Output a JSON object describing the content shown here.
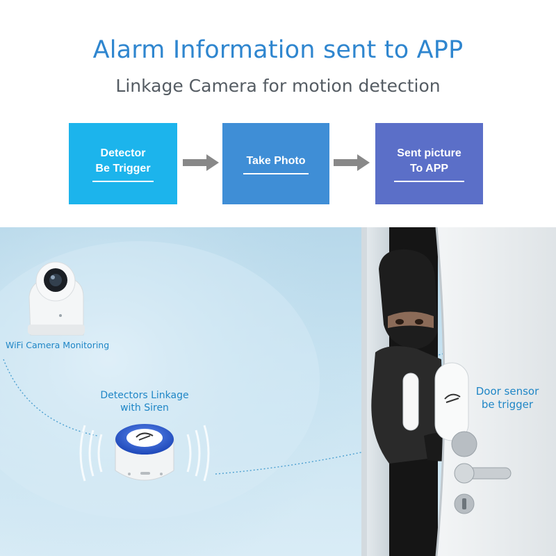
{
  "header": {
    "title": "Alarm Information sent to APP",
    "subtitle": "Linkage Camera for motion detection"
  },
  "flow": {
    "steps": [
      {
        "label": "Detector\nBe Trigger",
        "color": "#1cb4ec"
      },
      {
        "label": "Take Photo",
        "color": "#3f8ed6"
      },
      {
        "label": "Sent picture\nTo APP",
        "color": "#5b6fc8"
      }
    ],
    "arrow_color": "#888888"
  },
  "scene": {
    "camera_label": "WiFi Camera Monitoring",
    "siren_label": "Detectors Linkage\nwith Siren",
    "door_label": "Door sensor\nbe trigger",
    "accent_color": "#1f86c6",
    "icons": [
      "wifi-camera-icon",
      "siren-icon",
      "door-sensor-icon",
      "intruder-figure",
      "door-handle-icon"
    ]
  }
}
